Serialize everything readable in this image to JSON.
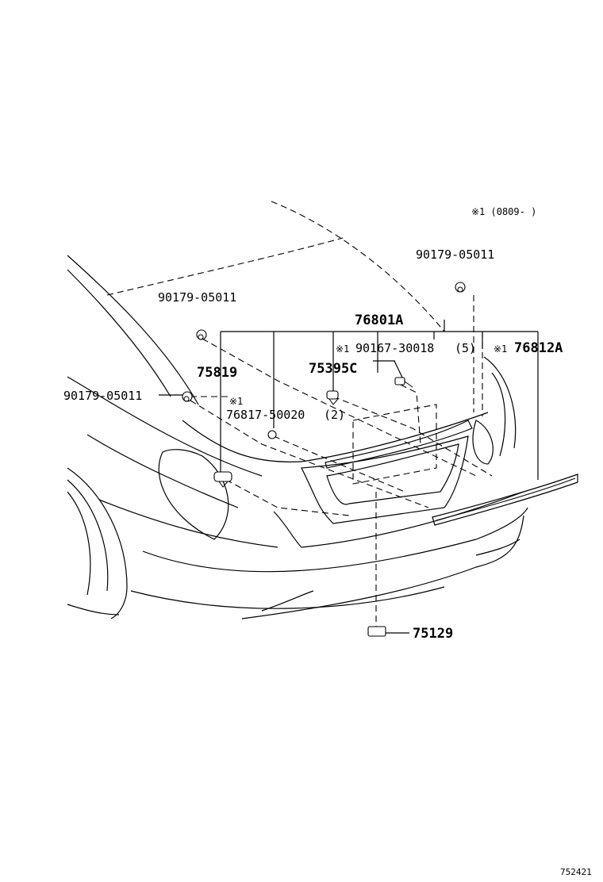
{
  "note": "※1 (0809-      )",
  "figure_id": "752421",
  "labels": {
    "clip_top_right": "90179-05011",
    "clip_left_upper": "90179-05011",
    "clip_left_lower": "90179-05011",
    "garnish": "76801A",
    "screw_mark": "※1",
    "screw": "90167-30018",
    "screw_qty": "(5)",
    "spoiler_mark": "※1",
    "spoiler": "76812A",
    "emblem": "75819",
    "emblem_c": "75395C",
    "nut_mark": "※1",
    "nut": "76817-50020",
    "nut_qty": "(2)",
    "plate": "75129"
  }
}
